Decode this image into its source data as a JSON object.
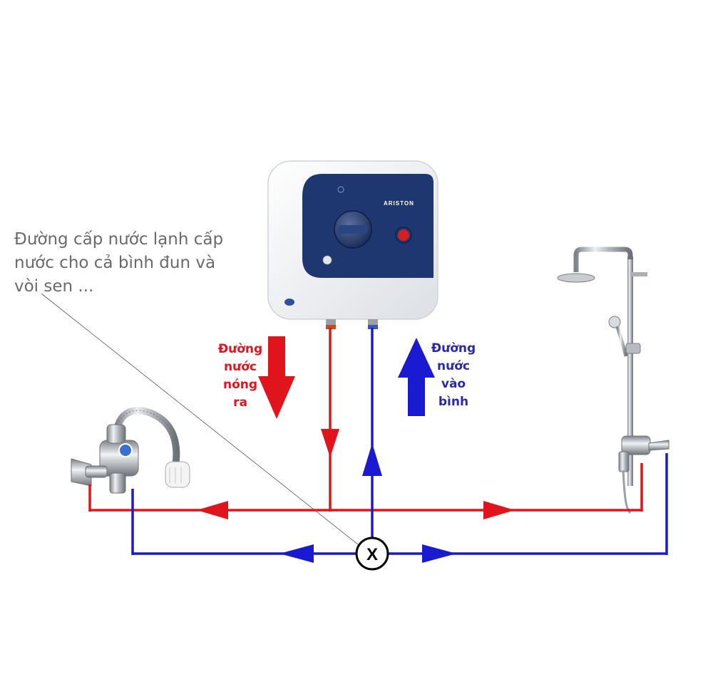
{
  "note": {
    "lines": [
      "Đường cấp nước lạnh cấp",
      "nước cho cả bình đun và",
      "vòi sen ..."
    ]
  },
  "heater": {
    "brand": "ARISTON"
  },
  "hot_label": {
    "lines": [
      "Đường",
      "nước",
      "nóng",
      "ra"
    ]
  },
  "cold_label": {
    "lines": [
      "Đường",
      "nước",
      "vào",
      "bình"
    ]
  },
  "valve": {
    "symbol": "X"
  },
  "colors": {
    "hot": "#e0141c",
    "cold": "#1a1ad0",
    "heater_panel": "#1e3770",
    "note_text": "#6a6a6a",
    "chrome": "#b8bcc2"
  },
  "icons": [
    "water-heater-icon",
    "faucet-icon",
    "shower-icon",
    "valve-icon"
  ]
}
